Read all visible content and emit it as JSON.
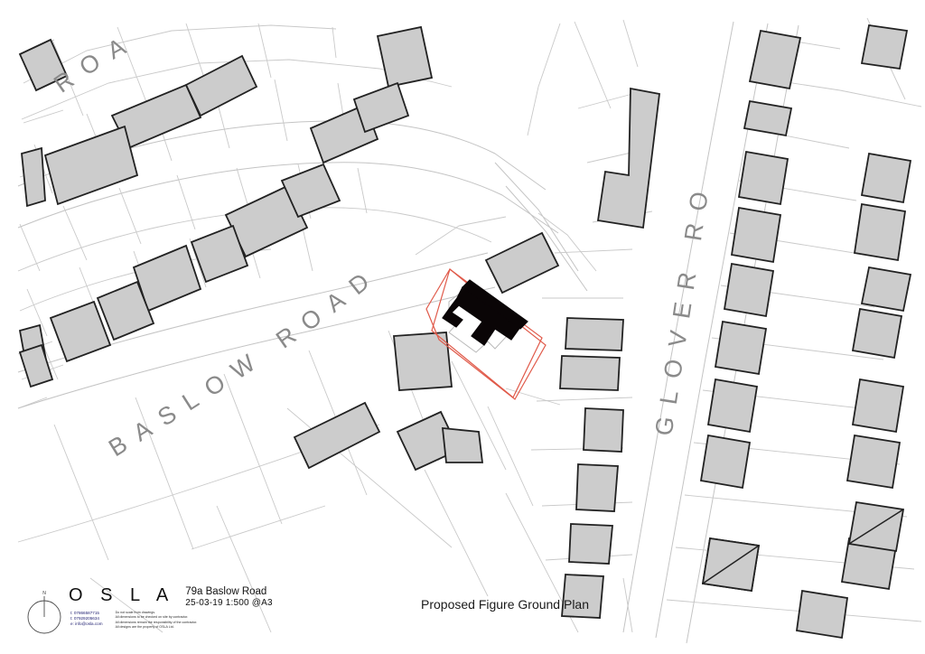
{
  "sheet": {
    "background_color": "#ffffff",
    "drawing_title": "Proposed Figure Ground Plan"
  },
  "title_block": {
    "practice_name": "O S L A",
    "project_name": "79a Baslow Road",
    "project_meta": "25-03-19   1:500   @A3",
    "date": "25-03-19",
    "scale": "1:500",
    "paper_size": "@A3",
    "contact": {
      "tel_1": "t: 07866587715",
      "tel_2": "t: 07929205634",
      "email": "e: info@osla.com"
    },
    "notes": {
      "line_1": "Do not scale from drawings.",
      "line_2": "All dimensions to be checked on site by contractor.",
      "line_3": "All dimensions remain the responsibility of the contractor.",
      "line_4": "All designs are the property of OSLA Ltd."
    }
  },
  "north_arrow": {
    "label": "N"
  },
  "map": {
    "road_labels": [
      {
        "name": "baslow-road-label",
        "text": "BASLOW ROAD"
      },
      {
        "name": "glover-road-label",
        "text": "GLOVER RO"
      },
      {
        "name": "top-left-road-label",
        "text": "ROA"
      }
    ],
    "site": {
      "boundary_color": "#e05a4a",
      "subject_building_color": "#0a0506",
      "building_fill_color": "#cccccc",
      "building_stroke_color": "#222222",
      "plot_line_color": "#c9c9c9"
    }
  }
}
